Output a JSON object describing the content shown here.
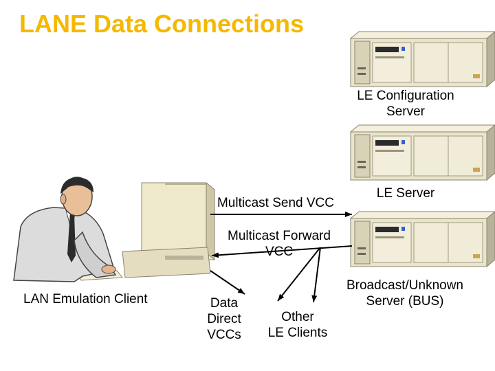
{
  "title": "LANE Data Connections",
  "labels": {
    "lecs": [
      "LE Configuration",
      "Server"
    ],
    "les": "LE Server",
    "bus": [
      "Broadcast/Unknown",
      "Server (BUS)"
    ],
    "client": "LAN Emulation Client",
    "multicast_send": "Multicast Send VCC",
    "multicast_forward": [
      "Multicast Forward",
      "VCC"
    ],
    "data_direct": [
      "Data",
      "Direct",
      "VCCs"
    ],
    "other_clients": [
      "Other",
      "LE Clients"
    ]
  },
  "colors": {
    "title": "#f5b800",
    "server_body": "#e9e4cc",
    "server_shadow": "#b9b29a",
    "server_dark": "#3a3a3a",
    "monitor": "#efe9cc",
    "line": "#000000"
  },
  "icons": [
    "server-icon",
    "workstation-icon",
    "person-at-computer-icon"
  ]
}
